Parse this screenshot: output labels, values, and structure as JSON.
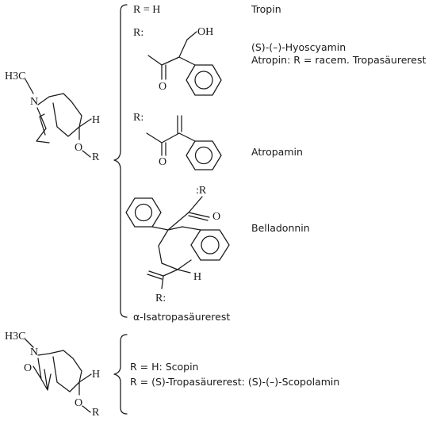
{
  "top_skeleton": {
    "h3c": "H3C",
    "n": "N",
    "h": "H",
    "o": "O",
    "r": "R"
  },
  "bottom_skeleton": {
    "h3c": "H3C",
    "n": "N",
    "h": "H",
    "o_bridge": "O",
    "o": "O",
    "r": "R"
  },
  "substituents": {
    "tropin": {
      "formula": "R = H",
      "name": "Tropin"
    },
    "hyoscyamin": {
      "prefix": "R:",
      "oh": "OH",
      "o": "O",
      "name": "(S)-(–)-Hyoscyamin",
      "note": "Atropin: R = racem. Tropasäurerest"
    },
    "atropamin": {
      "prefix": "R:",
      "o": "O",
      "name": "Atropamin"
    },
    "belladonnin": {
      "r_top": ":R",
      "o_top": "O",
      "h": "H",
      "r_bottom": "R:",
      "name": "Belladonnin"
    },
    "caption": "α-Isatropasäurerest"
  },
  "scopolamin": {
    "line1": "R = H: Scopin",
    "line2": "R = (S)-Tropasäurerest: (S)-(–)-Scopolamin"
  }
}
